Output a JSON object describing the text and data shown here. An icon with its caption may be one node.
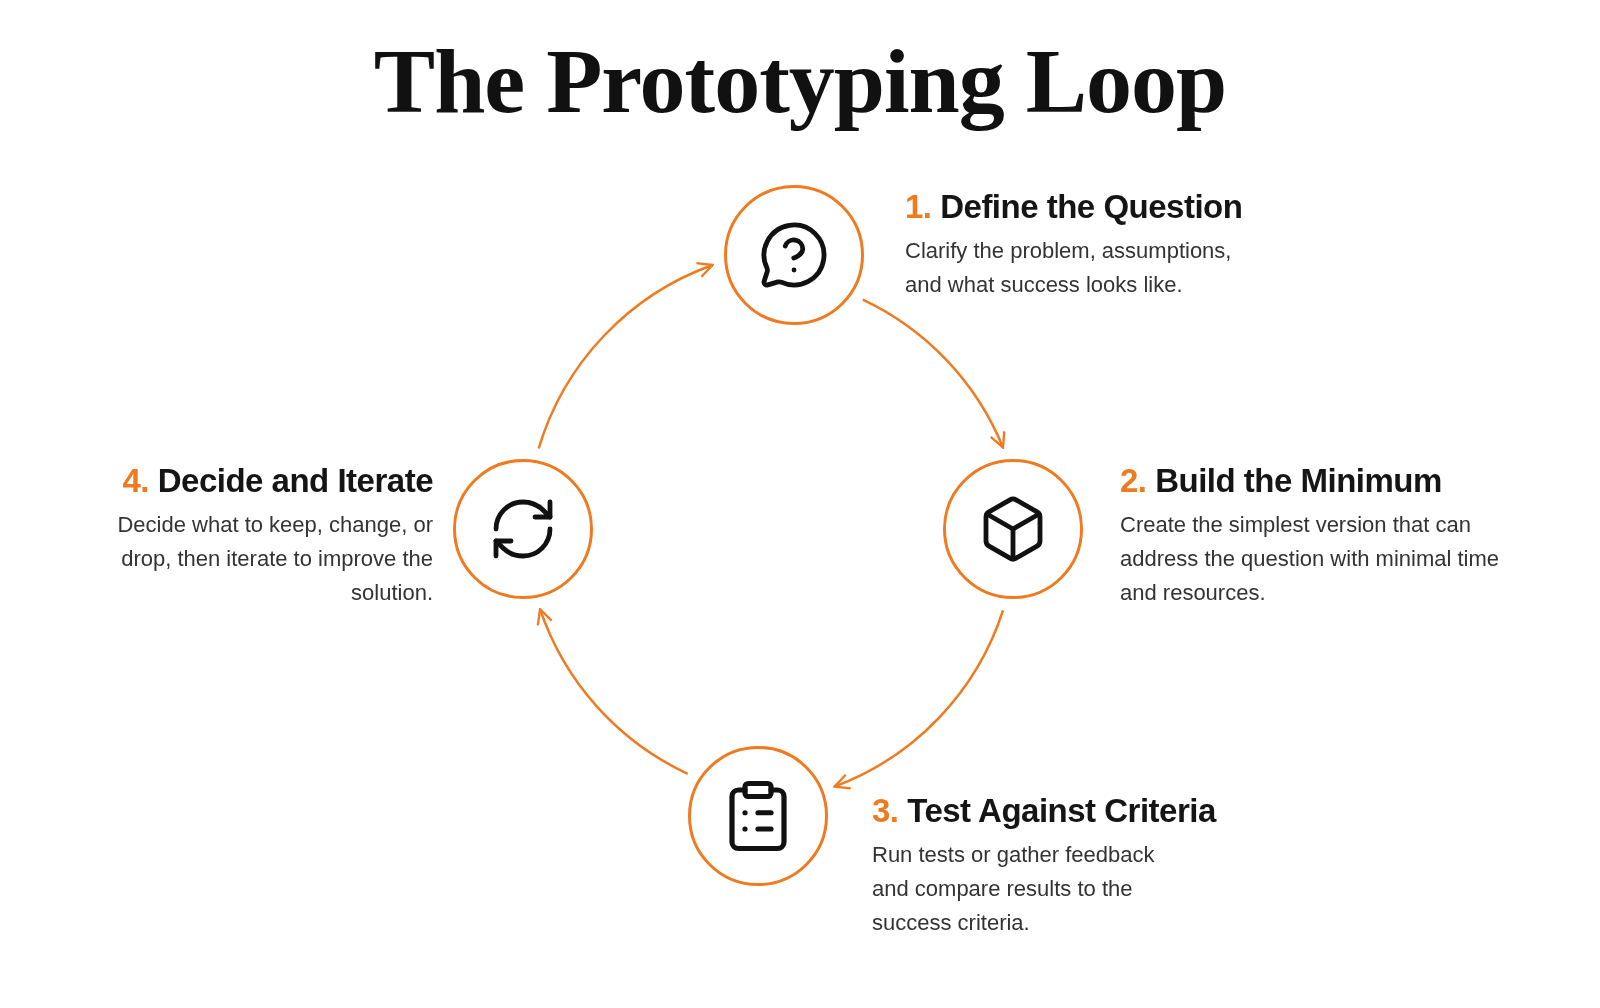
{
  "diagram": {
    "title": "The Prototyping Loop",
    "nodes": [
      {
        "text": [],
        "shape": "circle",
        "beside": [
          "1. Define the Question",
          "Clarify the problem, assumptions, and what success looks like."
        ]
      },
      {
        "text": [],
        "shape": "circle",
        "beside": [
          "2. Build the Minimum",
          "Create the simplest version that can address the question with minimal time and resources."
        ]
      },
      {
        "text": [],
        "shape": "circle",
        "beside": [
          "3. Test Against Criteria",
          "Run tests or gather feedback and compare results to the success criteria."
        ]
      },
      {
        "text": [],
        "shape": "circle",
        "beside": [
          "4. Decide and Iterate",
          "Decide what to keep, change, or drop, then iterate to improve the solution."
        ]
      }
    ],
    "edges": [
      {
        "from": 0,
        "to": 1,
        "arrow": "to"
      },
      {
        "from": 1,
        "to": 2,
        "arrow": "to"
      },
      {
        "from": 2,
        "to": 3,
        "arrow": "to"
      },
      {
        "from": 3,
        "to": 0,
        "arrow": "to"
      }
    ]
  }
}
